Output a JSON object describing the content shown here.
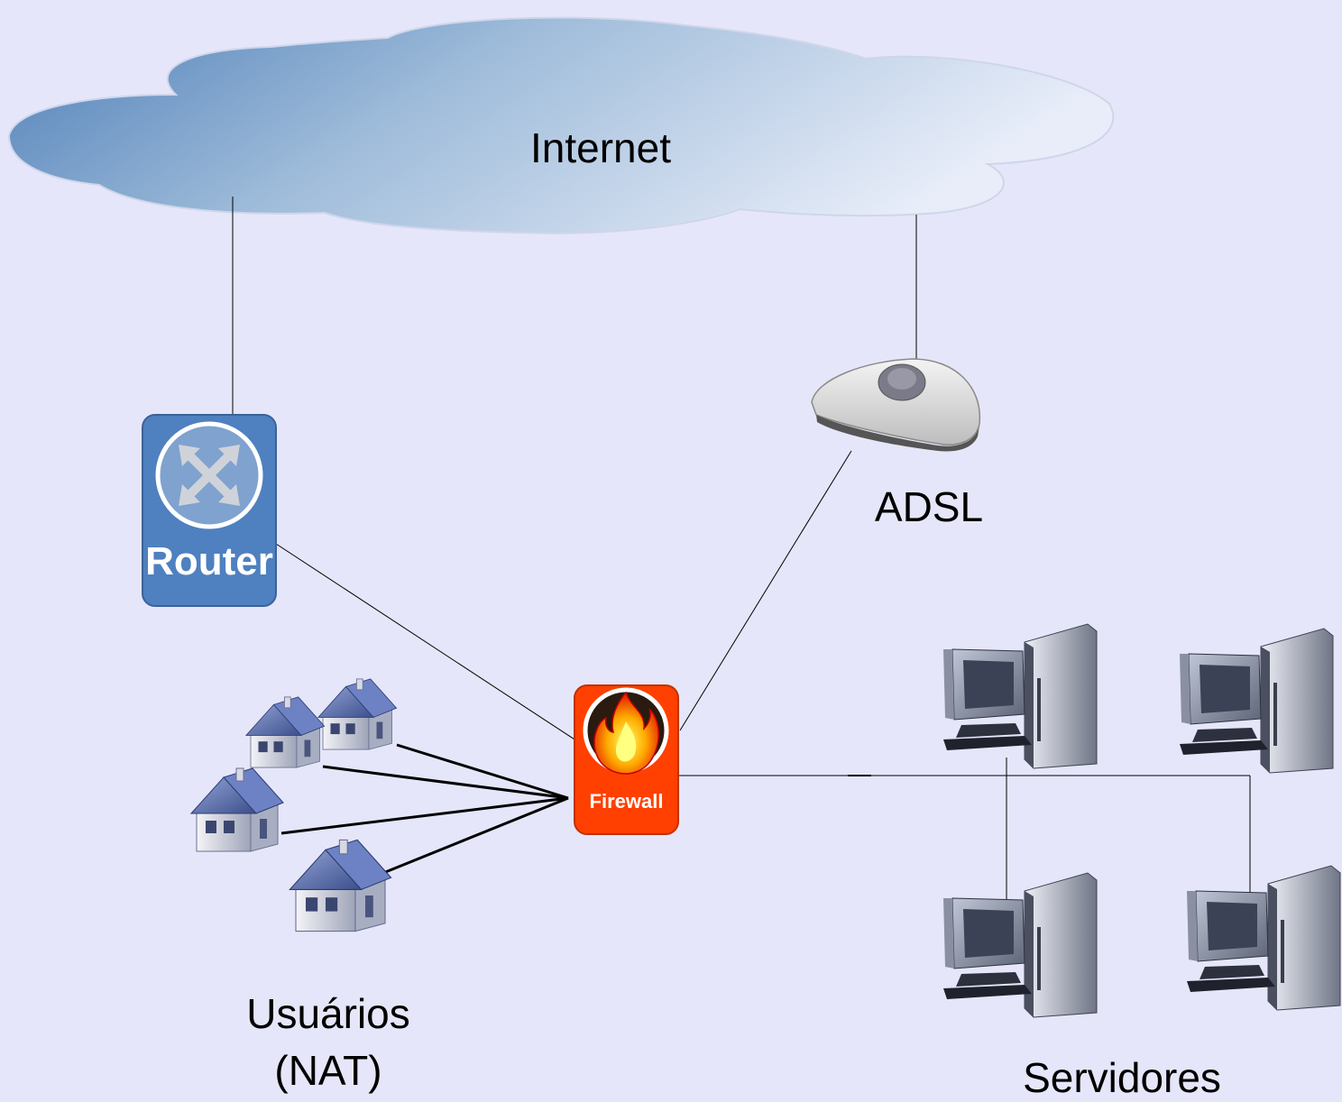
{
  "labels": {
    "internet": "Internet",
    "router": "Router",
    "adsl": "ADSL",
    "firewall": "Firewall",
    "users_line1": "Usuários",
    "users_line2": "(NAT)",
    "servers": "Servidores"
  },
  "colors": {
    "background": "#e6e6fa",
    "cloud_dark": "#5a88bd",
    "cloud_light": "#e6ebf8",
    "router_body": "#4f80bf",
    "firewall_body": "#ff4000",
    "link_line": "#000000"
  },
  "nodes": [
    {
      "id": "internet",
      "icon": "cloud-icon"
    },
    {
      "id": "router",
      "icon": "router-icon"
    },
    {
      "id": "adsl",
      "icon": "modem-icon"
    },
    {
      "id": "firewall",
      "icon": "firewall-icon"
    },
    {
      "id": "users",
      "icon": "house-icon",
      "count": 4
    },
    {
      "id": "servers",
      "icon": "server-icon",
      "count": 4
    }
  ],
  "links": [
    {
      "from": "internet",
      "to": "router"
    },
    {
      "from": "internet",
      "to": "adsl"
    },
    {
      "from": "router",
      "to": "firewall"
    },
    {
      "from": "adsl",
      "to": "firewall"
    },
    {
      "from": "users",
      "to": "firewall"
    },
    {
      "from": "firewall",
      "to": "servers"
    }
  ]
}
